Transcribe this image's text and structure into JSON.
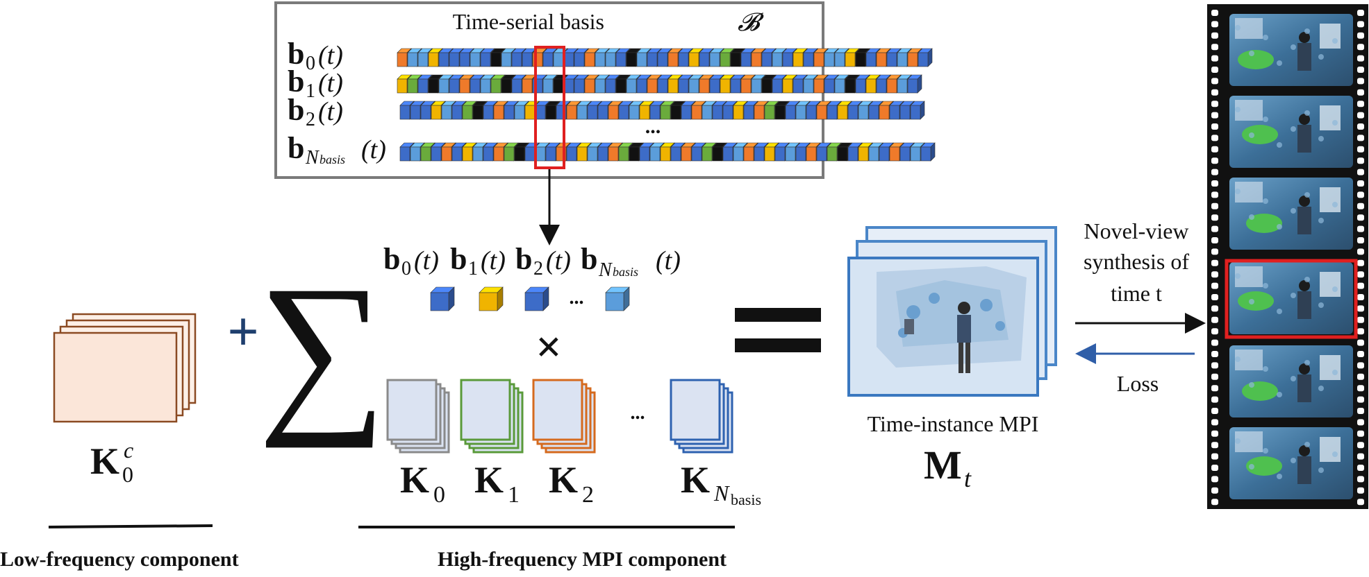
{
  "basis_box": {
    "title": "Time-serial basis",
    "title_symbol": "𝓑",
    "rows": [
      {
        "label_main": "b",
        "label_sub": "0",
        "label_arg": "(t)"
      },
      {
        "label_main": "b",
        "label_sub": "1",
        "label_arg": "(t)"
      },
      {
        "label_main": "b",
        "label_sub": "2",
        "label_arg": "(t)"
      },
      {
        "label_main": "b",
        "label_sub": "N",
        "label_sub2": "basis",
        "label_arg": "(t)"
      }
    ],
    "row_ellipsis": "...",
    "cube_colors": [
      "#3d6cc8",
      "#5b9ddb",
      "#f0b400",
      "#6aab3c",
      "#ef7a2a",
      "#111111"
    ],
    "highlight_color": "#e02020"
  },
  "coefficients": {
    "label_parts": [
      {
        "main": "b",
        "sub": "0",
        "arg": "(t)"
      },
      {
        "main": "b",
        "sub": "1",
        "arg": "(t)"
      },
      {
        "main": "b",
        "sub": "2",
        "arg": "(t)"
      },
      {
        "main": "b",
        "sub": "N",
        "sub2": "basis",
        "arg": "(t)"
      }
    ],
    "ellipsis": "...",
    "times": "×"
  },
  "operators": {
    "plus": "+",
    "sum": "∑",
    "equals": "="
  },
  "low_freq": {
    "symbol": "K",
    "sup": "c",
    "sub": "0",
    "caption": "Low-frequency component",
    "color": "#8b4a22"
  },
  "high_freq": {
    "kernels": [
      {
        "symbol": "K",
        "sub": "0",
        "color": "#8a8a8a"
      },
      {
        "symbol": "K",
        "sub": "1",
        "color": "#5a9a3a"
      },
      {
        "symbol": "K",
        "sub": "2",
        "color": "#d56a1e"
      },
      {
        "symbol": "K",
        "sub": "N",
        "sub2": "basis",
        "color": "#2e62b0"
      }
    ],
    "ellipsis": "...",
    "caption": "High-frequency MPI component"
  },
  "mpi": {
    "caption": "Time-instance MPI",
    "symbol": "M",
    "sub": "t"
  },
  "novel_view": {
    "line1": "Novel-view",
    "line2": "synthesis of",
    "line3": "time t",
    "loss": "Loss"
  }
}
